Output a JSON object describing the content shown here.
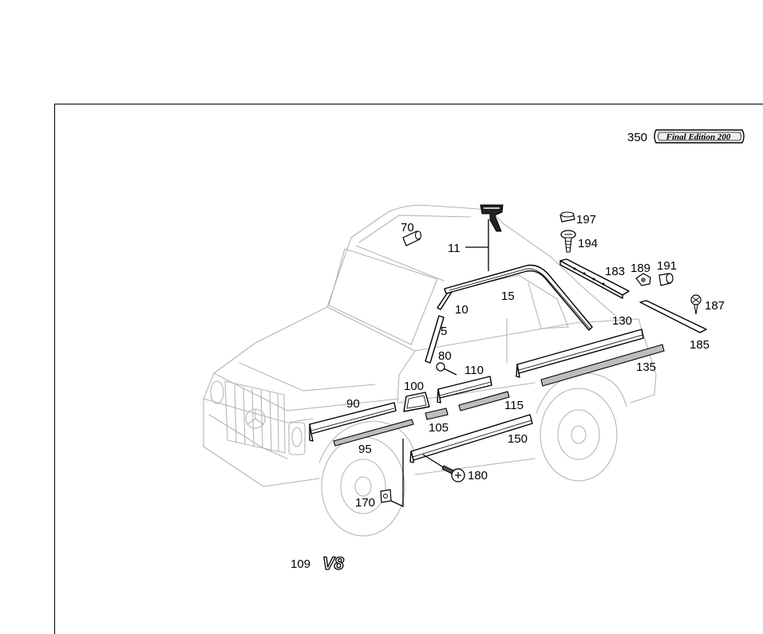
{
  "badge": {
    "text": "Final Edition 200",
    "callout": "350"
  },
  "emblem": {
    "text": "V8",
    "callout": "109"
  },
  "callouts": {
    "c5": "5",
    "c10": "10",
    "c11": "11",
    "c15": "15",
    "c70": "70",
    "c80": "80",
    "c90": "90",
    "c95": "95",
    "c100": "100",
    "c105": "105",
    "c110": "110",
    "c115": "115",
    "c130": "130",
    "c135": "135",
    "c150": "150",
    "c170": "170",
    "c180": "180",
    "c183": "183",
    "c185": "185",
    "c187": "187",
    "c189": "189",
    "c191": "191",
    "c194": "194",
    "c197": "197"
  }
}
